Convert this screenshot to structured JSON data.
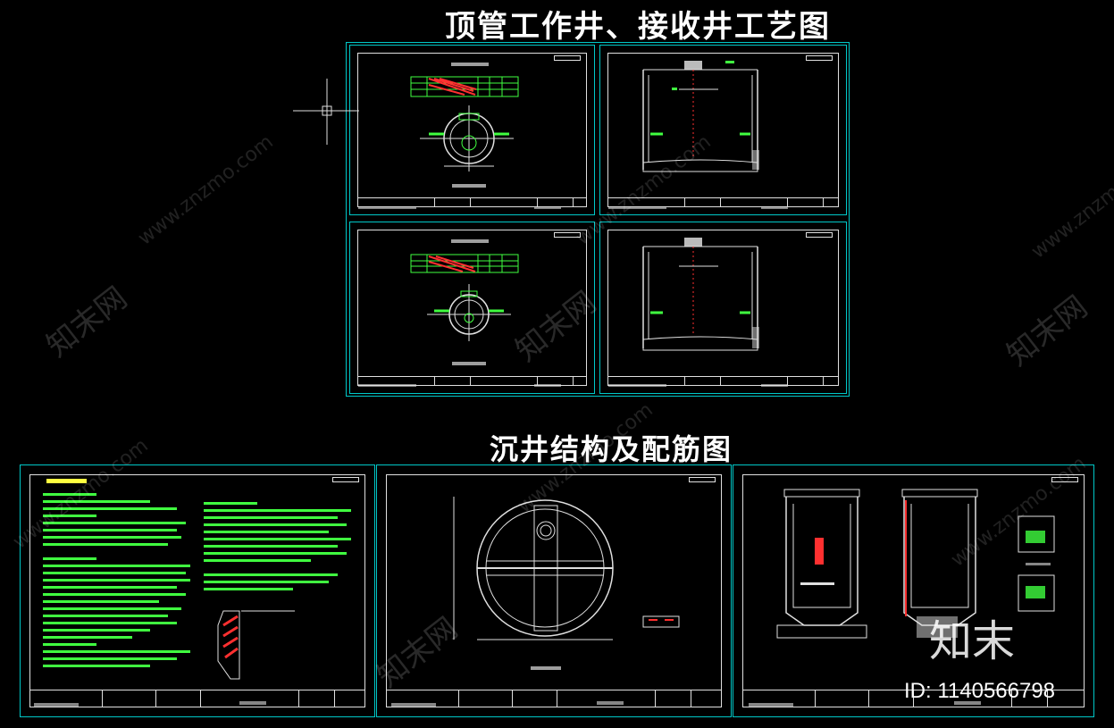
{
  "titles": {
    "top": "顶管工作井、接收井工艺图",
    "bottom": "沉井结构及配筋图"
  },
  "watermark": {
    "site": "www.znzmo.com",
    "brand_cn": "知末网"
  },
  "badge": {
    "id_text": "ID: 1140566798",
    "logo_text": "知末"
  },
  "colors": {
    "frame": "#00c8c8",
    "border": "#e0e0e0",
    "red": "#ff3030",
    "green": "#40ff40",
    "yellow": "#ffff40"
  }
}
